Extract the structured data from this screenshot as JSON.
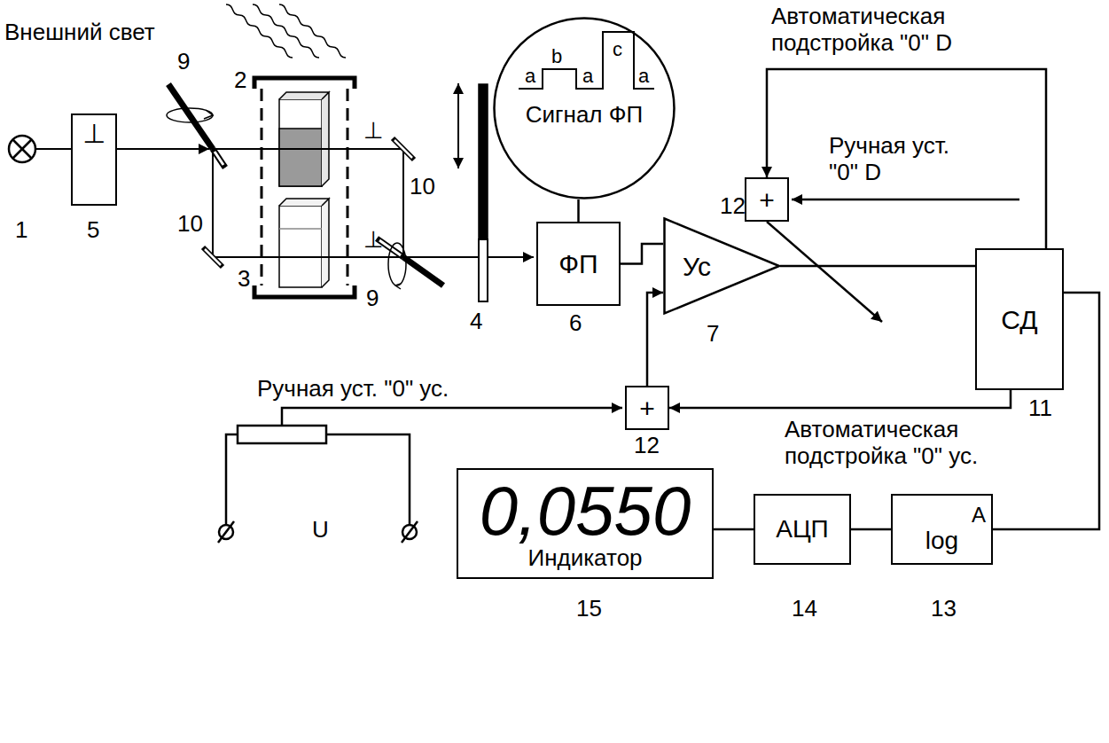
{
  "diagram": {
    "nodes": [
      {
        "text": [
          "⊥"
        ]
      },
      {
        "text": [
          "a",
          "b",
          "a",
          "c",
          "a",
          "Сигнал ФП"
        ]
      },
      {
        "text": [
          "+"
        ]
      },
      {
        "text": [
          "ФП"
        ]
      },
      {
        "text": [
          "Ус"
        ]
      },
      {
        "text": [
          "СД"
        ]
      },
      {
        "text": [
          "+"
        ]
      },
      {
        "text": [
          "0,0550",
          "Индикатор"
        ]
      },
      {
        "text": [
          "АЦП"
        ]
      },
      {
        "text": [
          "A",
          "log"
        ]
      }
    ],
    "edges": [
      {
        "from": 1,
        "to": 3,
        "arrow": "none"
      },
      {
        "from": 3,
        "to": 4,
        "arrow": "none"
      },
      {
        "from": 4,
        "to": 5,
        "arrow": "none"
      },
      {
        "from": 5,
        "to": 2,
        "arrow": "to"
      },
      {
        "from": 2,
        "to": 4,
        "arrow": "to"
      },
      {
        "from": 5,
        "to": 6,
        "arrow": "to"
      },
      {
        "from": 6,
        "to": 4,
        "arrow": "to"
      },
      {
        "from": 5,
        "to": 9,
        "arrow": "none"
      },
      {
        "from": 9,
        "to": 8,
        "arrow": "none"
      },
      {
        "from": 8,
        "to": 7,
        "arrow": "none"
      }
    ],
    "labels": [
      "Внешний свет",
      "1",
      "5",
      "9",
      "2",
      "3",
      "⊥",
      "10",
      "⊥",
      "10",
      "9",
      "4",
      "6",
      "12",
      "Автоматическая подстройка \"0\" D",
      "Ручная уст. \"0\" D",
      "7",
      "11",
      "Ручная уст. \"0\" ус.",
      "Автоматическая подстройка \"0\" ус.",
      "12",
      "U",
      "15",
      "14",
      "13"
    ]
  }
}
